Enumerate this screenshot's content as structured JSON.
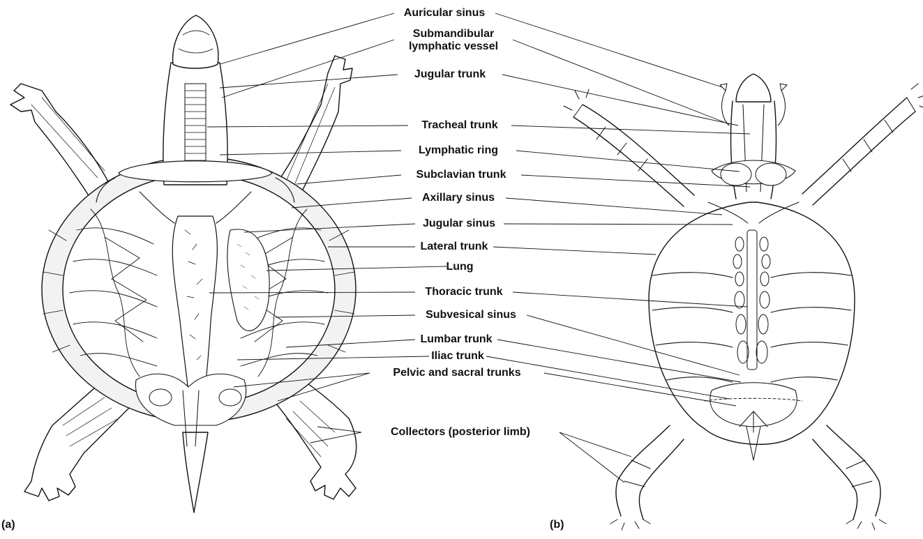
{
  "panels": [
    {
      "id": "a",
      "tag": "(a)"
    },
    {
      "id": "b",
      "tag": "(b)"
    }
  ],
  "labels": [
    "Auricular sinus",
    "Submandibular\nlymphatic vessel",
    "Jugular trunk",
    "Tracheal trunk",
    "Lymphatic ring",
    "Subclavian trunk",
    "Axillary sinus",
    "Jugular sinus",
    "Lateral trunk",
    "Lung",
    "Thoracic trunk",
    "Subvesical sinus",
    "Lumbar trunk",
    "Iliac trunk",
    "Pelvic and sacral trunks",
    "Collectors (posterior limb)"
  ],
  "colors": {
    "ink": "#111111",
    "shell_fill": "#f2f2f2",
    "background": "#ffffff"
  }
}
